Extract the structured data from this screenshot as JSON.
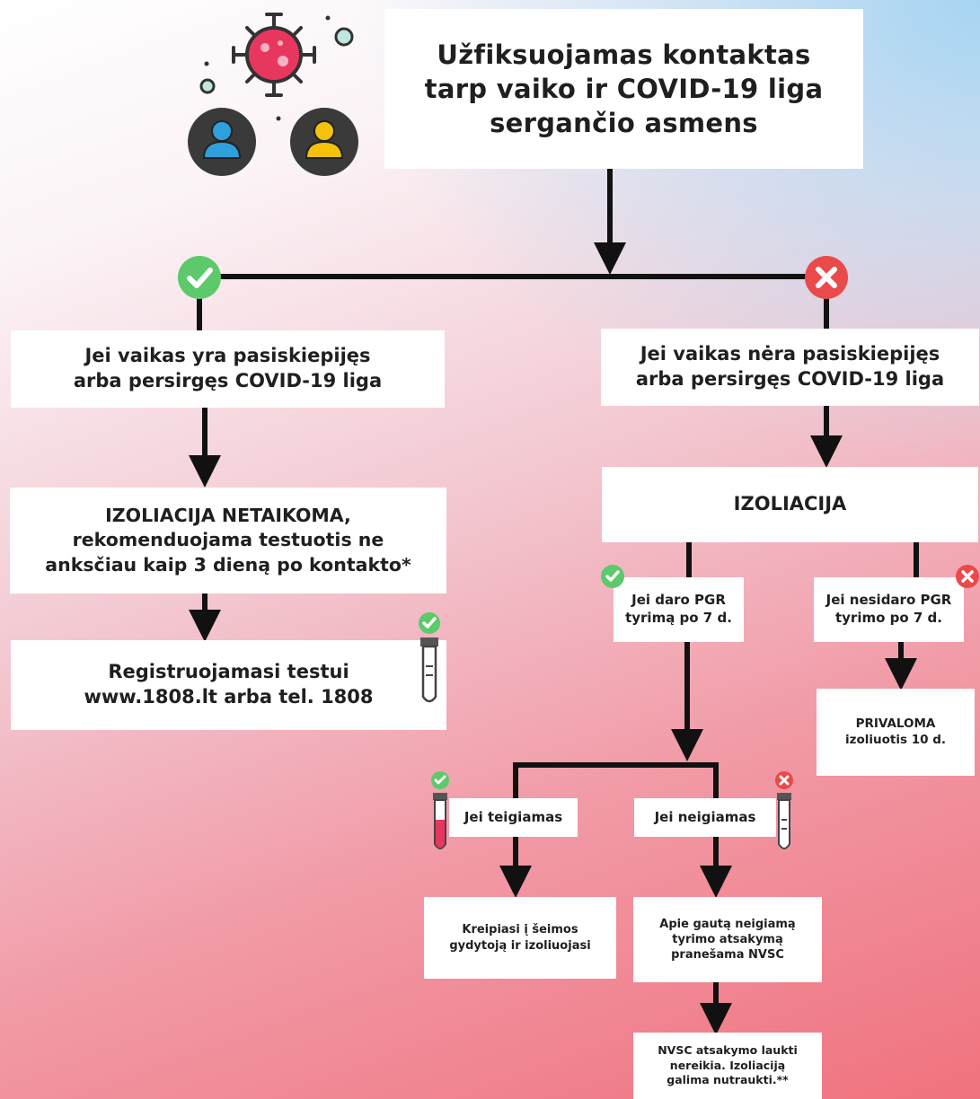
{
  "title": "Užfiksuojamas kontaktas\ntarp vaiko ir COVID-19 liga\nsergančio asmens",
  "left": {
    "condition": "Jei vaikas yra pasiskiepijęs\narba persirgęs COVID-19 liga",
    "result": "IZOLIACIJA NETAIKOMA,\nrekomenduojama testuotis ne\nanksčiau kaip 3 dieną po kontakto*",
    "register": "Registruojamasi testui\nwww.1808.lt arba tel. 1808"
  },
  "right": {
    "condition": "Jei vaikas nėra pasiskiepijęs\narba persirgęs COVID-19 liga",
    "isolation": "IZOLIACIJA",
    "pgr_yes": "Jei daro PGR\ntyrimą po 7 d.",
    "pgr_no": "Jei nesidaro PGR\ntyrimo po 7 d.",
    "mandatory": "PRIVALOMA\nizoliuotis 10 d.",
    "positive": "Jei teigiamas",
    "negative": "Jei neigiamas",
    "positive_action": "Kreipiasi į šeimos\ngydytoją ir izoliuojasi",
    "negative_action": "Apie gautą neigiamą\ntyrimo atsakymą\npranešama NVSC",
    "final": "NVSC atsakymo laukti\nnereikia. Izoliaciją\ngalima nutraukti.**"
  },
  "colors": {
    "check": "#5cc96b",
    "cross": "#ea4a4a",
    "line": "#111111",
    "virus": "#e8375f",
    "person_blue": "#2fa0de",
    "person_yellow": "#f4c20d"
  },
  "icons": [
    "virus-icon",
    "person-icon",
    "check-icon",
    "cross-icon",
    "test-tube-icon"
  ]
}
